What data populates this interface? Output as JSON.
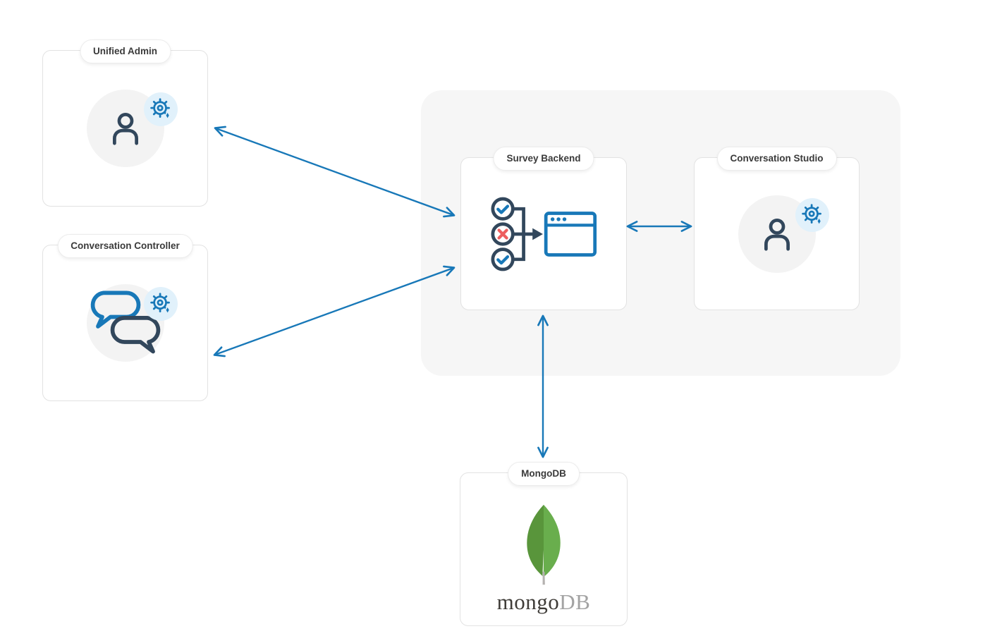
{
  "diagram": {
    "nodes": [
      {
        "id": "unified-admin",
        "label": "Unified Admin",
        "icon": "user-gear-icon"
      },
      {
        "id": "conversation-controller",
        "label": "Conversation Controller",
        "icon": "chat-bubbles-gear-icon"
      },
      {
        "id": "survey-backend",
        "label": "Survey Backend",
        "icon": "workflow-browser-icon"
      },
      {
        "id": "conversation-studio",
        "label": "Conversation Studio",
        "icon": "user-gear-icon"
      },
      {
        "id": "mongodb",
        "label": "MongoDB",
        "icon": "mongodb-leaf-icon",
        "wordmark_primary": "mongo",
        "wordmark_secondary": "DB"
      }
    ],
    "connections": [
      {
        "from": "unified-admin",
        "to": "survey-backend",
        "type": "bidirectional"
      },
      {
        "from": "conversation-controller",
        "to": "survey-backend",
        "type": "bidirectional"
      },
      {
        "from": "survey-backend",
        "to": "conversation-studio",
        "type": "bidirectional"
      },
      {
        "from": "survey-backend",
        "to": "mongodb",
        "type": "bidirectional"
      }
    ],
    "colors": {
      "arrow_blue": "#1878b8",
      "icon_navy": "#32475c",
      "icon_blue": "#1878b8",
      "error_red": "#ed5e5e",
      "badge_bg": "#e1f1fb",
      "icon_circle_bg": "#f3f3f3",
      "card_border": "#e2e2e2",
      "group_bg": "#f6f6f6",
      "mongo_leaf_left": "#59953b",
      "mongo_leaf_right": "#69ae4d",
      "mongo_stem": "#b5b2b0"
    }
  }
}
